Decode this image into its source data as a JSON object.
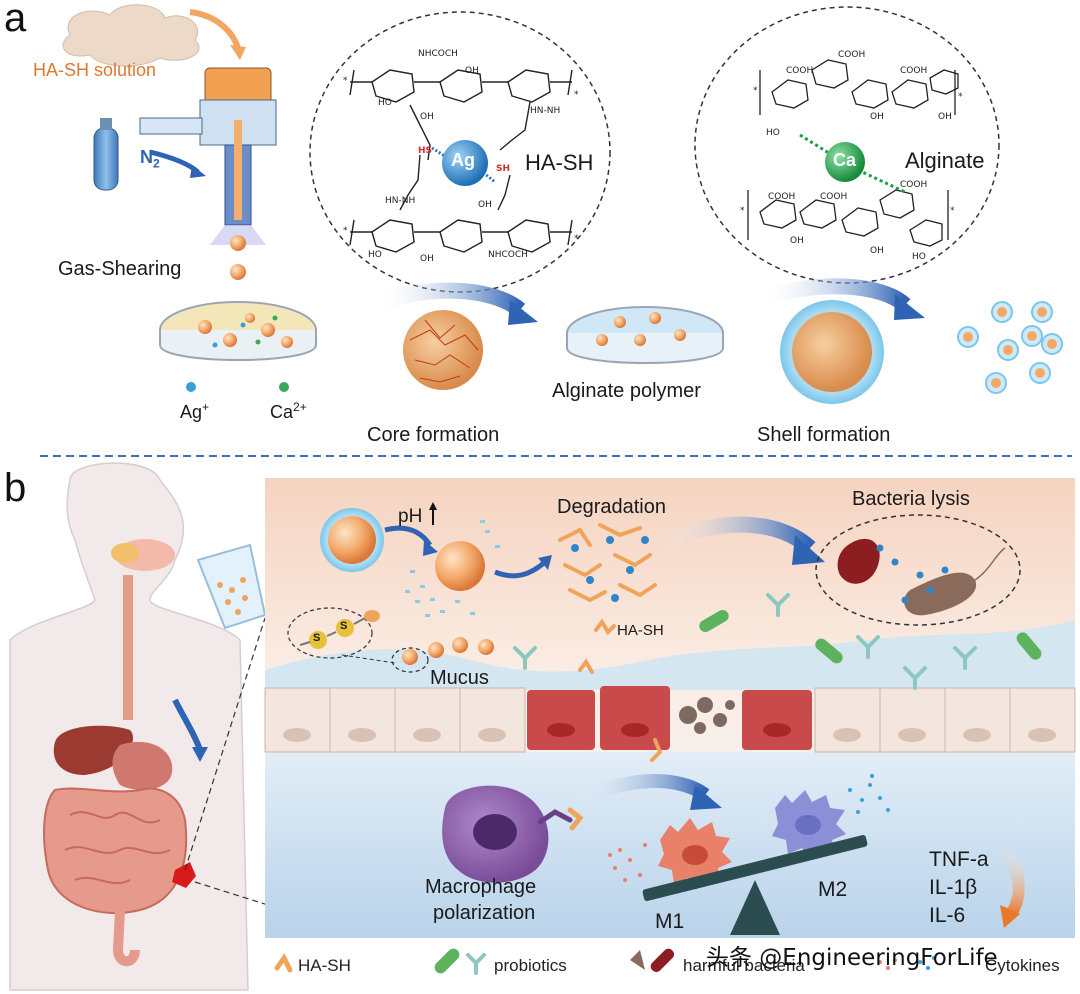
{
  "panel_a": {
    "letter": "a",
    "ha_sh_solution": "HA-SH solution",
    "n2": "N",
    "n2_sub": "2",
    "gas_shearing": "Gas-Shearing",
    "ag_ion": "Ag",
    "ag_sup": "+",
    "ca_ion": "Ca",
    "ca_sup": "2+",
    "ag_label": "Ag",
    "ha_sh": "HA-SH",
    "ca_label": "Ca",
    "alginate": "Alginate",
    "core_formation": "Core formation",
    "alginate_polymer": "Alginate polymer",
    "shell_formation": "Shell formation",
    "chem": {
      "nhcoch3_top": "NHCOCH",
      "nhcoch3_bottom": "NHCOCH",
      "ho": "HO",
      "oh": "OH",
      "o": "O",
      "hs": "HS",
      "sh": "SH",
      "hn_nh": "HN-NH",
      "hn": "HN",
      "nh": "NH",
      "cooh": "COOH",
      "star": "*"
    }
  },
  "panel_b": {
    "letter": "b",
    "ph": "pH",
    "degradation": "Degradation",
    "bacteria_lysis": "Bacteria lysis",
    "ha_sh": "HA-SH",
    "mucus": "Mucus",
    "s_label": "S",
    "macrophage": "Macrophage",
    "polarization": "polarization",
    "m1": "M1",
    "m2": "M2",
    "cytokines": [
      "TNF-a",
      "IL-1β",
      "IL-6"
    ]
  },
  "legend": {
    "ha_sh": "HA-SH",
    "probiotics": "probiotics",
    "harmful_bacteria": "harmful bacteria",
    "cytokines": "Cytokines"
  },
  "watermark": "头条 @EngineeringForLife",
  "colors": {
    "orange": "#f0a45a",
    "blue_ion": "#3a9fd8",
    "green_ion": "#3aa85a",
    "ag_ball": "#2e86c9",
    "ca_ball": "#1f9a4a",
    "divider": "#3b6fb8",
    "red_cell": "#c94a4a",
    "tan_cell": "#e8d6c8",
    "macrophage": "#8b5fa8",
    "m1": "#e8806a",
    "m2": "#8a8fd8",
    "scale": "#2c4d4f"
  }
}
